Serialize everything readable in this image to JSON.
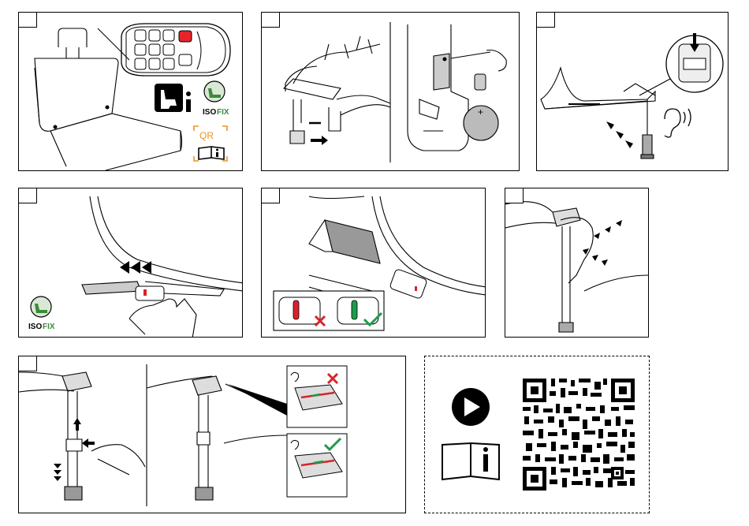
{
  "badges": {
    "isofix_prefix": "ISO",
    "isofix_suffix": "FIX",
    "qr_label": "QR",
    "info_letter": "i"
  },
  "colors": {
    "isofix_green": "#3a8a3a",
    "qr_orange": "#e8962a",
    "warning_red": "#d8232a",
    "ok_green": "#1c9c4a",
    "seat_red": "#e8242b"
  },
  "icons": [
    "seat-map-icon",
    "child-seat-info-icon",
    "isofix-logo-icon",
    "qr-info-icon",
    "ear-sound-icon",
    "cross-icon",
    "check-icon",
    "play-button-icon",
    "manual-info-icon",
    "qr-code-icon"
  ]
}
